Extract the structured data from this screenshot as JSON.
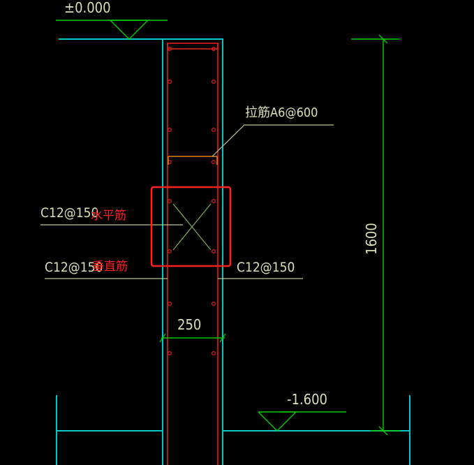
{
  "elevations": {
    "top": "±0.000",
    "bottom": "-1.600"
  },
  "dimensions": {
    "height": "1600",
    "width": "250"
  },
  "rebar_labels": {
    "tie": "拉筋A6@600",
    "horizontal_spec": "C12@150",
    "horizontal_note": "水平筋",
    "vertical_spec": "C12@150",
    "vertical_note": "垂直筋",
    "right_spec": "C12@150"
  },
  "colors": {
    "background": "#000000",
    "wall_outline": "#00c8c8",
    "rebar": "#e02020",
    "dimension": "#00cc00",
    "leader": "#b8c890",
    "text": "#d8e0b8",
    "highlight": "#ff2020",
    "tie": "#e08020"
  }
}
